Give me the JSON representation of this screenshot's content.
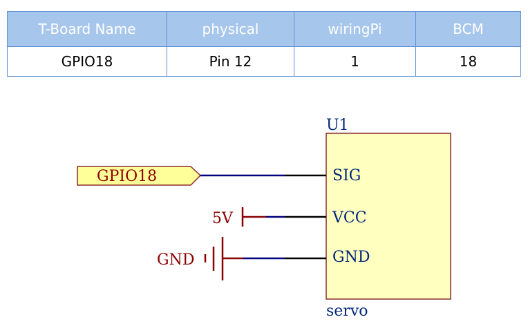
{
  "pin_table": {
    "headers": [
      "T-Board Name",
      "physical",
      "wiringPi",
      "BCM"
    ],
    "rows": [
      [
        "GPIO18",
        "Pin 12",
        "1",
        "18"
      ]
    ]
  },
  "schematic": {
    "component": {
      "designator": "U1",
      "part": "servo",
      "pins": [
        "SIG",
        "VCC",
        "GND"
      ]
    },
    "net_label": "GPIO18",
    "power_label": "5V",
    "ground_label": "GND"
  },
  "colors": {
    "table_header_bg": "#a7c6ec",
    "table_border": "#5b8ed6",
    "component_fill": "#ffffc0",
    "component_border": "#8b2a2a",
    "label_text": "#002878",
    "power_text": "#8b0000",
    "wire_blue": "#000080",
    "wire_red": "#8b0000"
  }
}
